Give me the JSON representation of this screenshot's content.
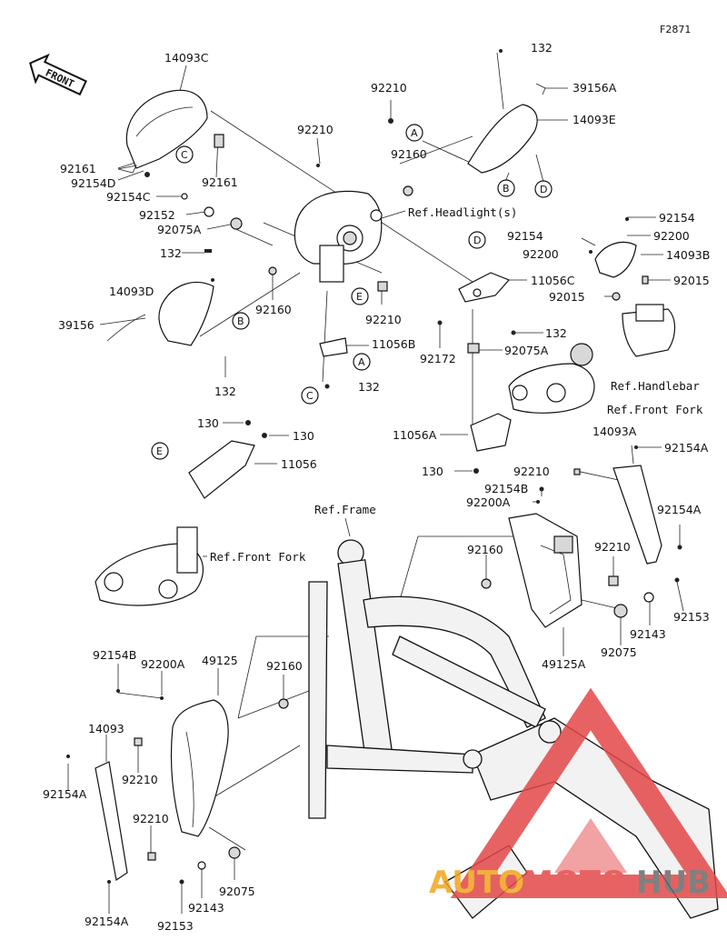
{
  "figure_code": "F2871",
  "front_label": "FRONT",
  "callout_letters": [
    "A",
    "B",
    "C",
    "D",
    "E"
  ],
  "labels": {
    "l_14093C": "14093C",
    "l_92210_top": "92210",
    "l_132_top": "132",
    "l_39156A": "39156A",
    "l_14093E": "14093E",
    "l_92210_b": "92210",
    "l_92160_a": "92160",
    "l_92161_a": "92161",
    "l_92154D": "92154D",
    "l_92161_b": "92161",
    "l_92154C": "92154C",
    "l_92152": "92152",
    "l_92075A_a": "92075A",
    "l_132_a": "132",
    "l_14093D": "14093D",
    "l_39156": "39156",
    "l_92160_b": "92160",
    "l_92210_c": "92210",
    "l_11056B": "11056B",
    "l_132_b": "132",
    "l_132_c": "132",
    "l_92154_a": "92154",
    "l_92200_a": "92200",
    "l_14093B": "14093B",
    "l_92154_b": "92154",
    "l_92200_b": "92200",
    "l_11056C": "11056C",
    "l_92015_a": "92015",
    "l_92015_b": "92015",
    "l_132_d": "132",
    "l_92172": "92172",
    "l_92075A_b": "92075A",
    "l_11056A": "11056A",
    "l_130_a": "130",
    "l_130_b": "130",
    "l_130_c": "130",
    "l_11056": "11056",
    "l_14093A": "14093A",
    "l_92154A_a": "92154A",
    "l_92210_d": "92210",
    "l_92154B_a": "92154B",
    "l_92200A_a": "92200A",
    "l_92154A_b": "92154A",
    "l_92160_c": "92160",
    "l_92210_e": "92210",
    "l_92143_a": "92143",
    "l_92153_a": "92153",
    "l_92075_a": "92075",
    "l_49125A": "49125A",
    "l_92154B_b": "92154B",
    "l_92200A_b": "92200A",
    "l_49125": "49125",
    "l_92160_d": "92160",
    "l_14093": "14093",
    "l_92154A_c": "92154A",
    "l_92210_f": "92210",
    "l_92210_g": "92210",
    "l_92154A_d": "92154A",
    "l_92153_b": "92153",
    "l_92143_b": "92143",
    "l_92075_b": "92075"
  },
  "refs": {
    "headlight": "Ref.Headlight(s)",
    "handlebar": "Ref.Handlebar",
    "front_fork_right": "Ref.Front Fork",
    "front_fork_left": "Ref.Front Fork",
    "frame": "Ref.Frame"
  },
  "watermark": {
    "text_a": "AUTO",
    "text_b": "MOTO",
    "text_c": "HUB",
    "color_a": "#f2a51c",
    "color_b": "#e34848",
    "color_c": "#6b6b6b"
  }
}
